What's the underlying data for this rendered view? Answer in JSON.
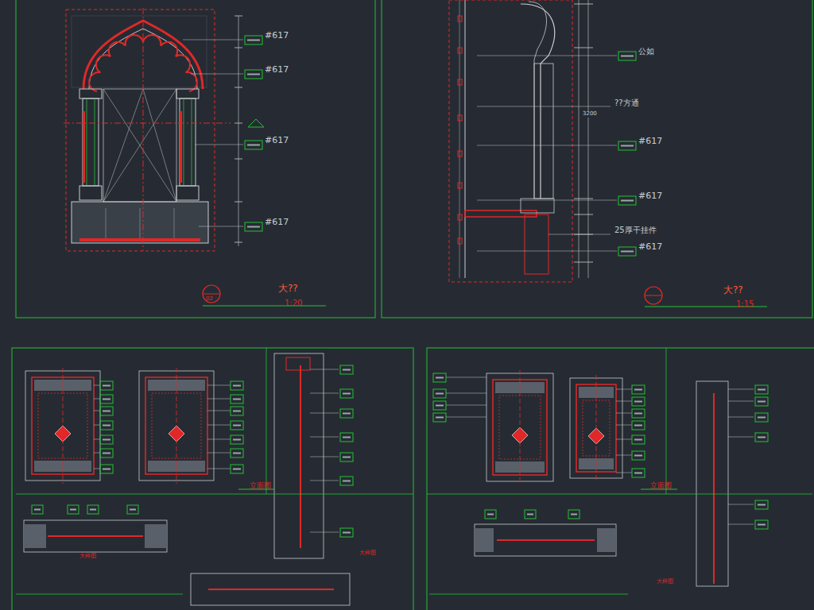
{
  "diagram": {
    "labels": [
      "#617",
      "#617",
      "#617",
      "#617",
      "大??",
      "1:20",
      "02",
      "公如",
      "??方通",
      "#617",
      "#617",
      "25厚干挂件",
      "#617",
      "3200",
      "大??",
      "1:15",
      "立面图",
      "大样图",
      "大样图",
      "立面图",
      "大样图"
    ]
  }
}
